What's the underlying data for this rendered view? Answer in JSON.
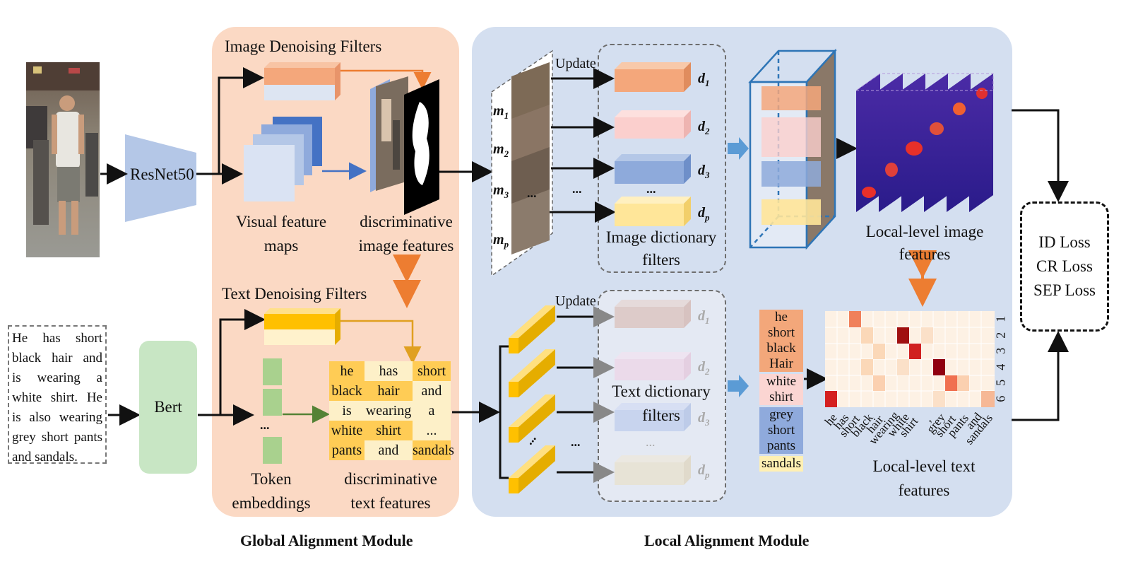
{
  "modules": {
    "global": "Global Alignment Module",
    "local": "Local Alignment Module"
  },
  "image_branch": {
    "backbone": "ResNet50",
    "denoise_title": "Image Denoising Filters",
    "visual_maps_l1": "Visual feature",
    "visual_maps_l2": "maps",
    "disc_img_l1": "discriminative",
    "disc_img_l2": "image features"
  },
  "text_branch": {
    "encoder": "Bert",
    "denoise_title": "Text Denoising Filters",
    "token_l1": "Token",
    "token_l2": "embeddings",
    "token_ellipsis": "...",
    "disc_txt_l1": "discriminative",
    "disc_txt_l2": "text features",
    "input_lines": [
      "He has short",
      "black hair and",
      "is wearing a",
      "white shirt. He",
      "is also wearing",
      "grey short pants",
      "and sandals."
    ],
    "token_grid": [
      [
        "he",
        "has",
        "short"
      ],
      [
        "black",
        "hair",
        "and"
      ],
      [
        "is",
        "wearing",
        "a"
      ],
      [
        "white",
        "shirt",
        "..."
      ],
      [
        "pants",
        "and",
        "sandals"
      ]
    ]
  },
  "local_image": {
    "update": "Update",
    "m_labels": [
      "m",
      "m",
      "m",
      "m"
    ],
    "m_subs": [
      "1",
      "2",
      "3",
      "p"
    ],
    "d_labels": [
      "d",
      "d",
      "d",
      "d"
    ],
    "d_subs": [
      "1",
      "2",
      "3",
      "p"
    ],
    "ellipsis": "...",
    "dict_l1": "Image dictionary",
    "dict_l2": "filters",
    "feat_l1": "Local-level image",
    "feat_l2": "features"
  },
  "local_text": {
    "update": "Update",
    "ellipsis": "...",
    "dict_l1": "Text dictionary",
    "dict_l2": "filters",
    "feat_l1": "Local-level text",
    "feat_l2": "features",
    "word_groups": [
      {
        "words": [
          "he",
          "short",
          "black",
          "Hair"
        ],
        "color": "#f3a77a"
      },
      {
        "words": [
          "white",
          "shirt"
        ],
        "color": "#fbd5d2"
      },
      {
        "words": [
          "grey",
          "short",
          "pants"
        ],
        "color": "#8faadc"
      },
      {
        "words": [
          "sandals"
        ],
        "color": "#fff0b3"
      }
    ],
    "heatmap_x": [
      "he",
      "has",
      "short",
      "black",
      "hair",
      "wearing",
      "white",
      "shirt",
      ",",
      "grey",
      "short",
      "pants",
      "and",
      "sandals"
    ],
    "heatmap_y": [
      "1",
      "2",
      "3",
      "4",
      "5",
      "6"
    ]
  },
  "losses": [
    "ID Loss",
    "CR Loss",
    "SEP Loss"
  ],
  "colors": {
    "orange": "#f4a77b",
    "pink": "#fbcfcd",
    "blue": "#8eaadb",
    "yellow": "#ffe699",
    "gold": "#ffc000",
    "arrow_blue": "#5b9bd5",
    "arrow_orange": "#ed7d31"
  }
}
